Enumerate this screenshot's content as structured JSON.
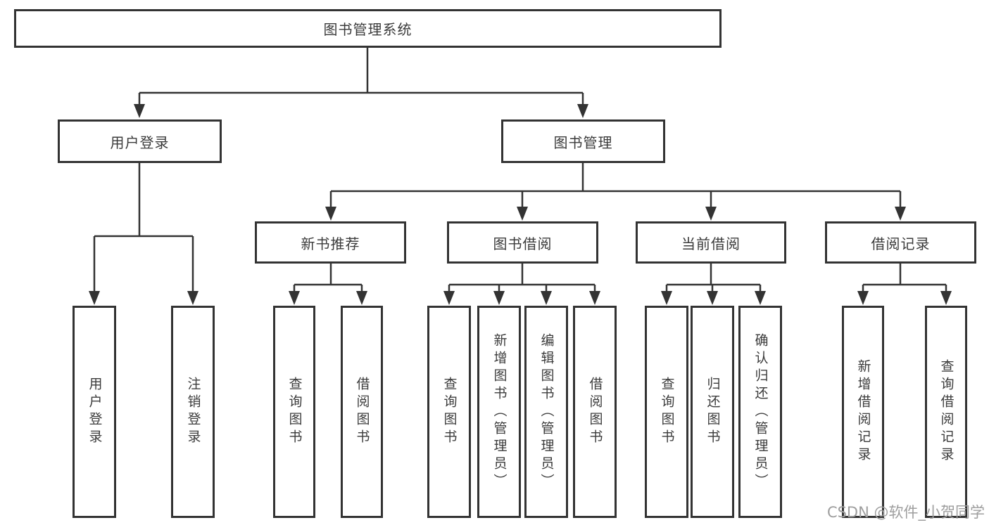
{
  "diagram": {
    "title": "图书管理系统",
    "branches": {
      "user_login": {
        "label": "用户登录",
        "children": [
          "用户登录",
          "注销登录"
        ]
      },
      "book_management": {
        "label": "图书管理",
        "sections": {
          "new_book_recommend": {
            "label": "新书推荐",
            "children": [
              "查询图书",
              "借阅图书"
            ]
          },
          "book_borrow": {
            "label": "图书借阅",
            "children": [
              "查询图书",
              "新增图书（管理员）",
              "编辑图书（管理员）",
              "借阅图书"
            ]
          },
          "current_borrow": {
            "label": "当前借阅",
            "children": [
              "查询图书",
              "归还图书",
              "确认归还（管理员）"
            ]
          },
          "borrow_record": {
            "label": "借阅记录",
            "children": [
              "新增借阅记录",
              "查询借阅记录"
            ]
          }
        }
      }
    },
    "watermark": "CSDN @软件_小贺同学"
  },
  "colors": {
    "line": "#333333",
    "box_border": "#333333",
    "text": "#3b3b3b",
    "watermark": "#9e9e9e",
    "background": "#ffffff"
  }
}
